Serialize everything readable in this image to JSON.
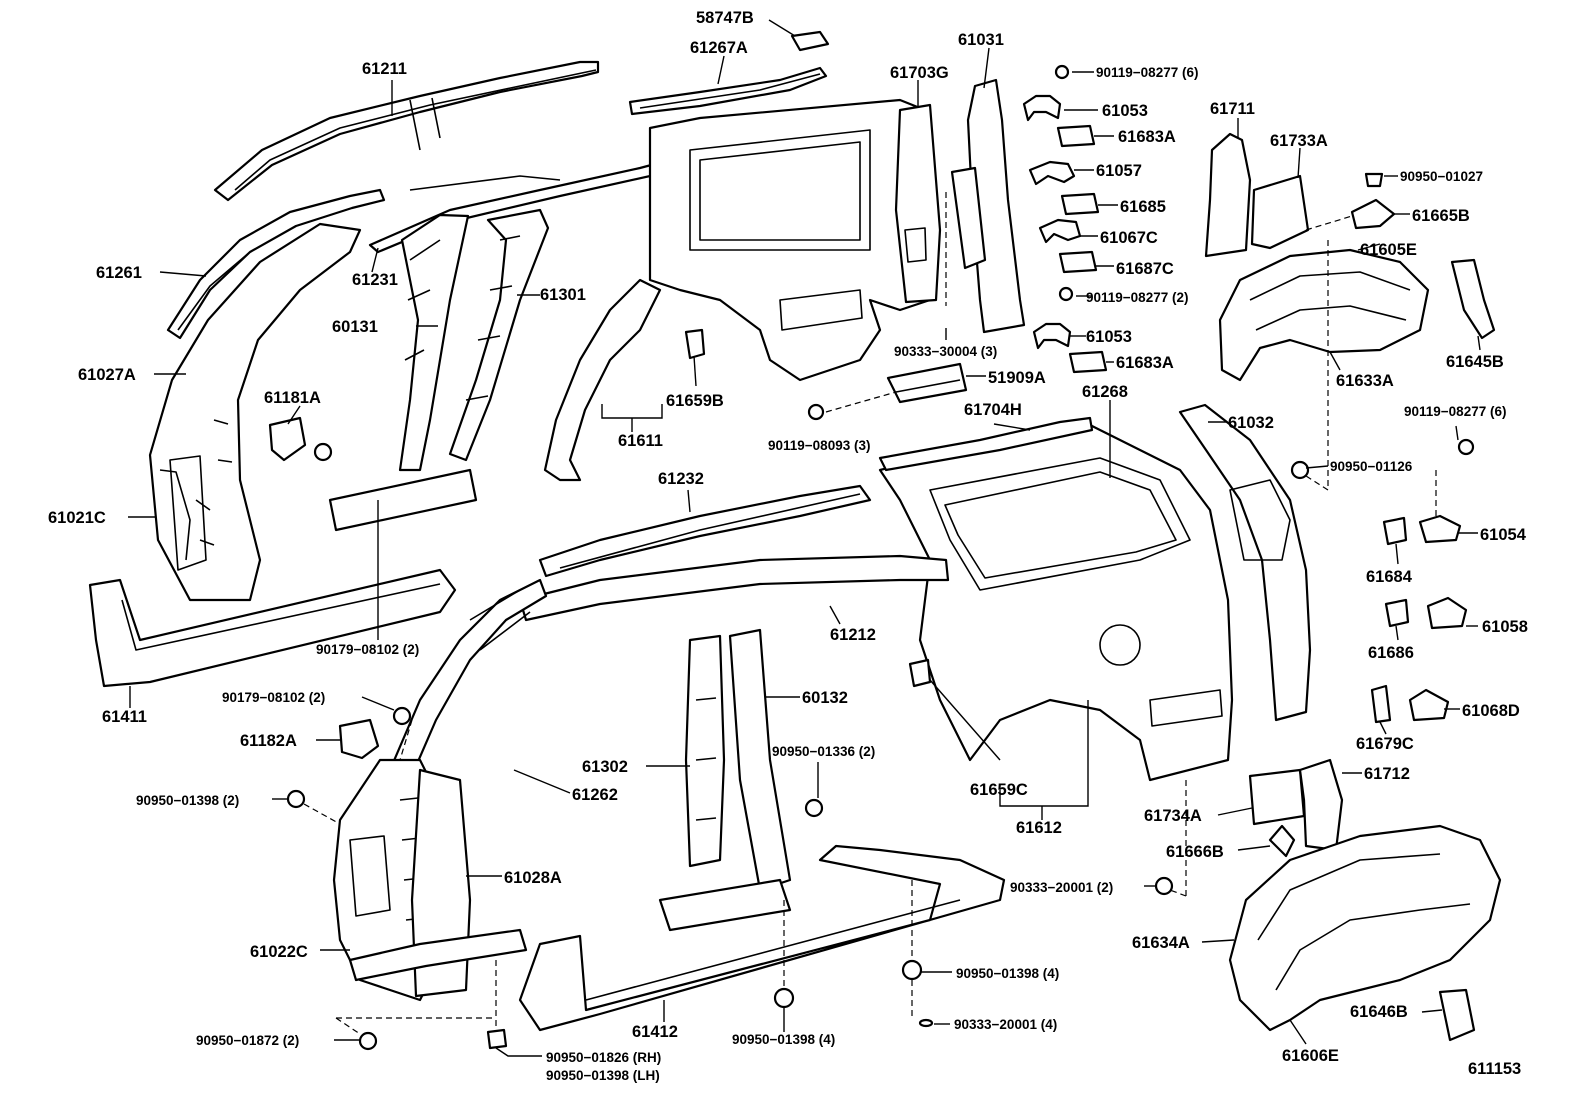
{
  "diagram": {
    "figure_id": "611153",
    "labels": {
      "p58747B": "58747B",
      "p61267A": "61267A",
      "p61211": "61211",
      "p61031": "61031",
      "p61703G": "61703G",
      "p90119_08277_6a": "90119−08277 (6)",
      "p61053a": "61053",
      "p61683Aa": "61683A",
      "p61057": "61057",
      "p61685": "61685",
      "p61067C": "61067C",
      "p61687C": "61687C",
      "p90119_08277_2": "90119−08277 (2)",
      "p61053b": "61053",
      "p61683Ab": "61683A",
      "p61711": "61711",
      "p61733A": "61733A",
      "p90950_01027": "90950−01027",
      "p61665B": "61665B",
      "p61605E": "61605E",
      "p61633A": "61633A",
      "p61645B": "61645B",
      "p61261": "61261",
      "p61231": "61231",
      "p61301": "61301",
      "p60131": "60131",
      "p61027A": "61027A",
      "p61181A": "61181A",
      "p61659B": "61659B",
      "p61611": "61611",
      "p90333_30004": "90333−30004 (3)",
      "p51909A": "51909A",
      "p61268": "61268",
      "p90119_08093": "90119−08093 (3)",
      "p61704H": "61704H",
      "p61032": "61032",
      "p90119_08277_6b": "90119−08277 (6)",
      "p90950_01126": "90950−01126",
      "p61021C": "61021C",
      "p61232": "61232",
      "p61054": "61054",
      "p61684": "61684",
      "p61058": "61058",
      "p61686": "61686",
      "p90179_08102_2a": "90179−08102 (2)",
      "p61411": "61411",
      "p61212": "61212",
      "p90179_08102_2b": "90179−08102 (2)",
      "p60132": "60132",
      "p61068D": "61068D",
      "p61182A": "61182A",
      "p61679C": "61679C",
      "p90950_01336": "90950−01336 (2)",
      "p61302": "61302",
      "p61712": "61712",
      "p90950_01398_2": "90950−01398 (2)",
      "p61262": "61262",
      "p61659C": "61659C",
      "p61612": "61612",
      "p61734A": "61734A",
      "p61666B": "61666B",
      "p61028A": "61028A",
      "p90333_20001_2": "90333−20001 (2)",
      "p61022C": "61022C",
      "p61634A": "61634A",
      "p90950_01398_4a": "90950−01398 (4)",
      "p90333_20001_4": "90333−20001 (4)",
      "p61646B": "61646B",
      "p61412": "61412",
      "p90950_01398_4b": "90950−01398 (4)",
      "p90950_01872": "90950−01872 (2)",
      "p90950_01826": "90950−01826 (RH)",
      "p90950_01398_LH": "90950−01398 (LH)",
      "p61606E": "61606E"
    }
  }
}
